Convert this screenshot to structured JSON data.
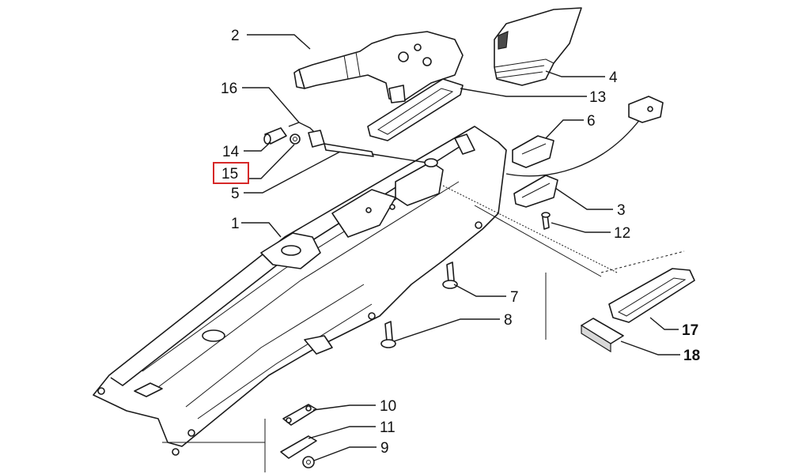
{
  "colors": {
    "highlight": "#d62828",
    "line": "#1a1a1a"
  },
  "highlighted_label": "15",
  "labels": {
    "l1": "1",
    "l2": "2",
    "l3": "3",
    "l4": "4",
    "l5": "5",
    "l6": "6",
    "l7": "7",
    "l8": "8",
    "l9": "9",
    "l10": "10",
    "l11": "11",
    "l12": "12",
    "l13": "13",
    "l14": "14",
    "l15": "15",
    "l16": "16",
    "l17": "17",
    "l18": "18"
  }
}
